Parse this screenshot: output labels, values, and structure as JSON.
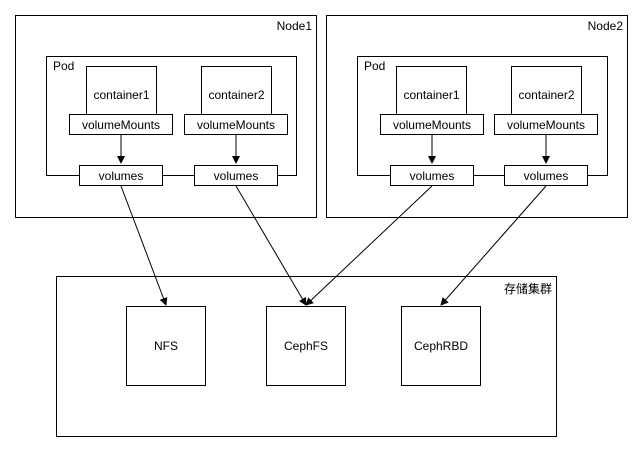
{
  "nodes": [
    {
      "label": "Node1",
      "pod": {
        "label": "Pod",
        "containers": [
          {
            "name": "container1",
            "mounts": "volumeMounts",
            "volume": "volumes"
          },
          {
            "name": "container2",
            "mounts": "volumeMounts",
            "volume": "volumes"
          }
        ]
      }
    },
    {
      "label": "Node2",
      "pod": {
        "label": "Pod",
        "containers": [
          {
            "name": "container1",
            "mounts": "volumeMounts",
            "volume": "volumes"
          },
          {
            "name": "container2",
            "mounts": "volumeMounts",
            "volume": "volumes"
          }
        ]
      }
    }
  ],
  "cluster": {
    "label": "存储集群",
    "backends": [
      "NFS",
      "CephFS",
      "CephRBD"
    ]
  },
  "connections": [
    {
      "from": "Node1 volumes (container1)",
      "to": "NFS"
    },
    {
      "from": "Node1 volumes (container2)",
      "to": "CephFS"
    },
    {
      "from": "Node2 volumes (container1)",
      "to": "CephFS"
    },
    {
      "from": "Node2 volumes (container2)",
      "to": "CephRBD"
    }
  ]
}
